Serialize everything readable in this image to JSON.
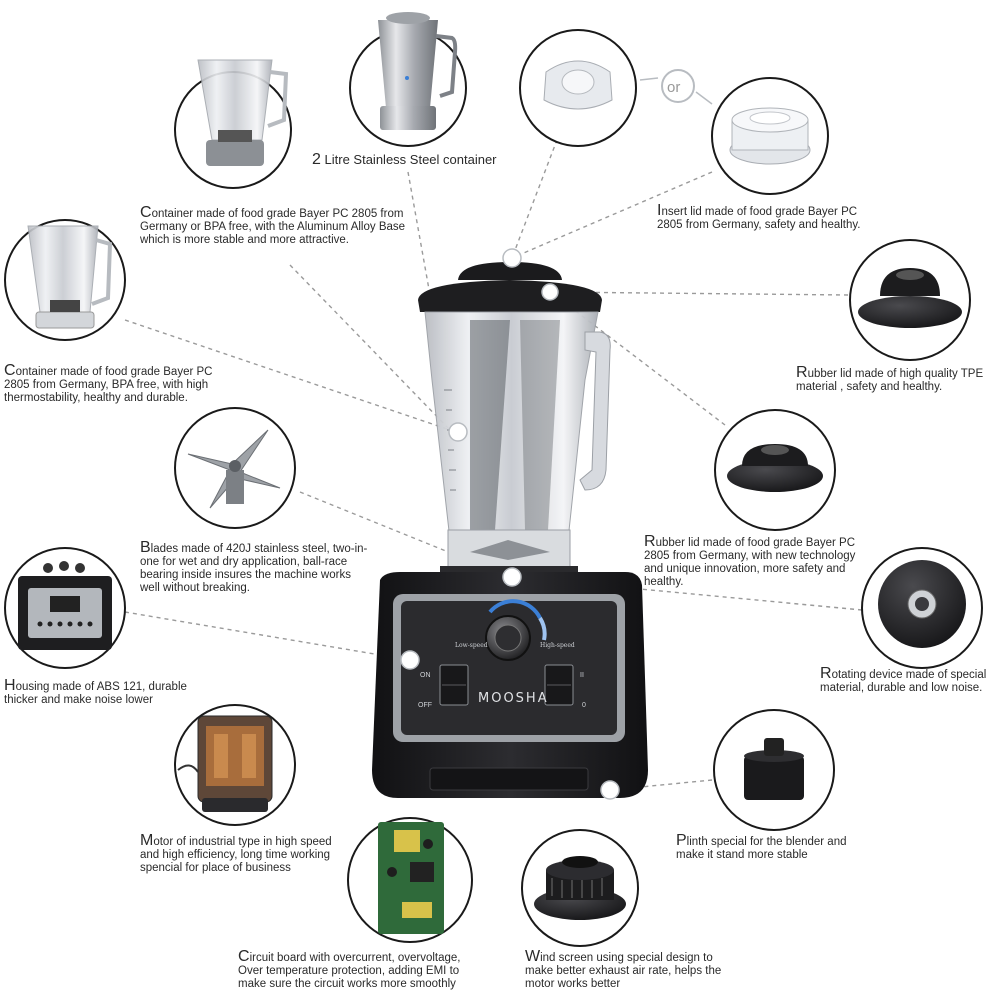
{
  "brand": "MOOSHA",
  "control_panel": {
    "low_speed": "Low-speed",
    "high_speed": "High-speed",
    "on": "ON",
    "off": "OFF",
    "pause": "II",
    "zero": "0"
  },
  "or_badge": "or",
  "captions": {
    "stainless_container": "2 Litre Stainless Steel container",
    "container_bayer_aluminum": "Container made of food grade Bayer PC 2805 from Germany or BPA free, with the Aluminum Alloy Base which is more stable and more attractive.",
    "container_bpa_free": "Container made of food grade Bayer PC 2805 from Germany, BPA free,  with high thermostability, healthy and durable.",
    "insert_lid": "Insert lid made of food grade Bayer PC 2805 from Germany, safety and healthy.",
    "rubber_lid_tpe": "Rubber lid made of high quality TPE material , safety and healthy.",
    "rubber_lid_bayer": "Rubber lid made of food grade Bayer PC 2805 from Germany, with new technology and unique innovation, more safety and healthy.",
    "blades": "Blades made of 420J stainless steel, two-in-one for wet and dry application, ball-race bearing inside insures the machine works well without breaking.",
    "rotating_device": "Rotating device  made of special material, durable and low noise.",
    "housing": "Housing made of ABS 121, durable thicker and make noise lower",
    "plinth": "Plinth special for the blender and make it stand more stable",
    "motor": "Motor of industrial type in high speed and high efficiency, long time working spencial for place of business",
    "circuit_board": "Circuit board with overcurrent, overvoltage, Over temperature protection, adding EMI to make sure the circuit works more smoothly",
    "wind_screen": "Wind screen using special design to make better exhaust air rate, helps the motor works better"
  },
  "colors": {
    "leader_line": "#9a9a9a",
    "circle_border": "#1a1a1a",
    "blender_body": "#1d1d1f",
    "panel": "#2b2b2e",
    "accent_blue": "#3b7fd6"
  }
}
